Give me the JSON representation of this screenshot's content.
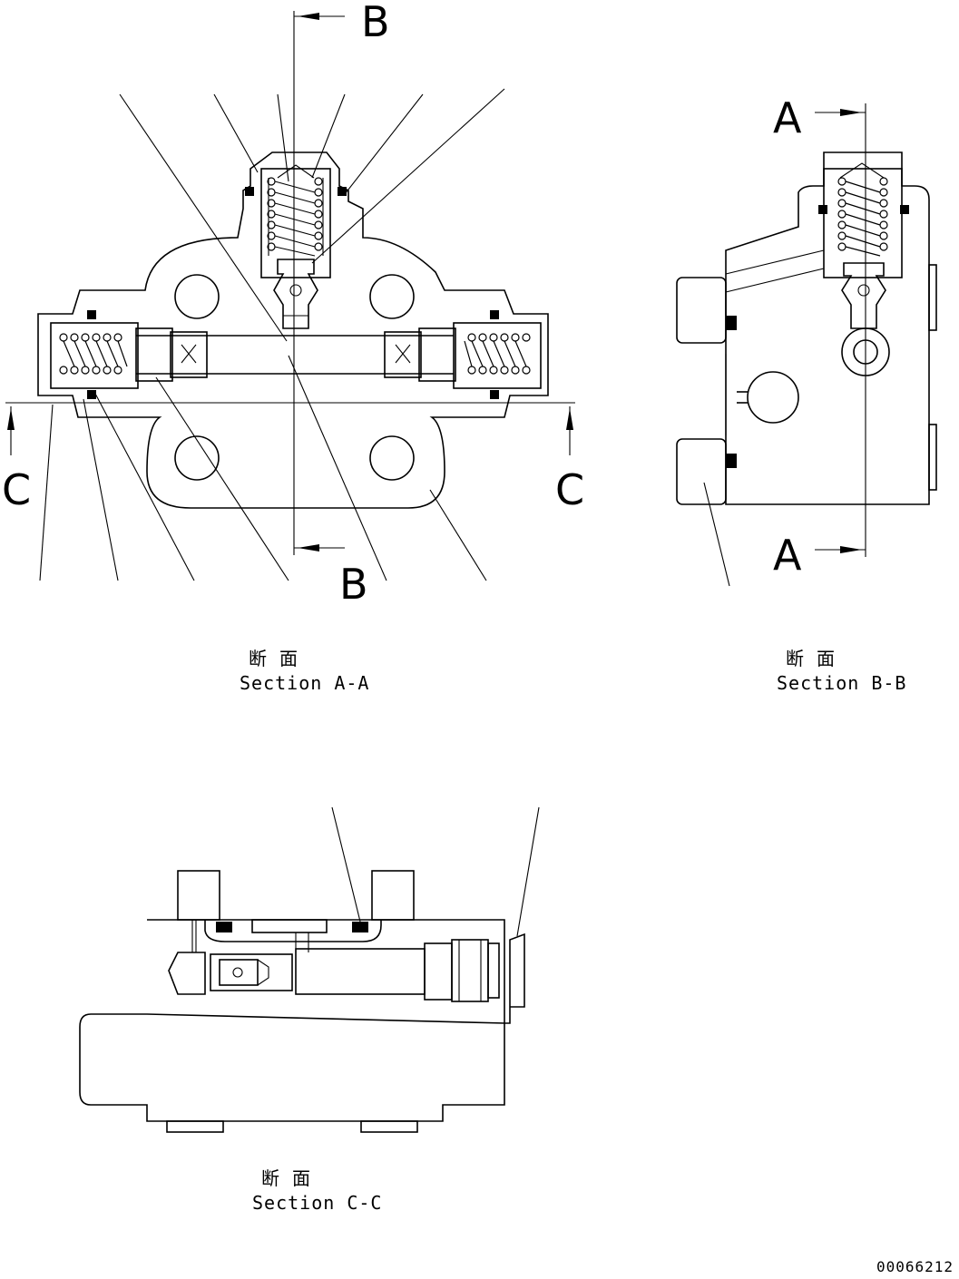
{
  "markers": {
    "b_top": "B",
    "b_bottom": "B",
    "c_left": "C",
    "c_right": "C",
    "a_top": "A",
    "a_bottom": "A"
  },
  "captions": {
    "aa_jp": "断 面",
    "aa_en": "Section A-A",
    "bb_jp": "断 面",
    "bb_en": "Section B-B",
    "cc_jp": "断 面",
    "cc_en": "Section C-C"
  },
  "drawing_number": "00066212"
}
